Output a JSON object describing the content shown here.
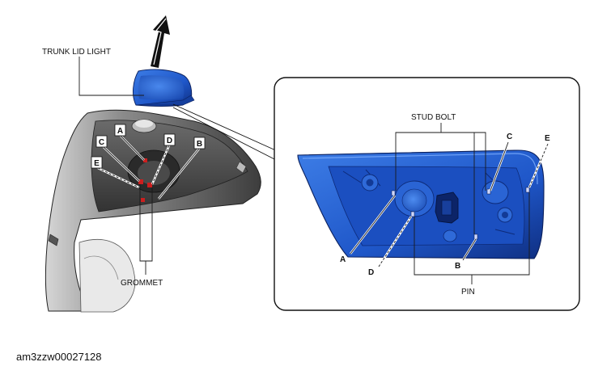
{
  "labels": {
    "trunk_lid_light": "TRUNK LID LIGHT",
    "grommet": "GROMMET",
    "stud_bolt": "STUD BOLT",
    "pin": "PIN",
    "a": "A",
    "b": "B",
    "c": "C",
    "d": "D",
    "e": "E"
  },
  "figure_id": "am3zzw00027128",
  "colors": {
    "lamp_blue": "#1f57c9",
    "lamp_dark": "#0f2f82",
    "body_grey": "#5a5a5a",
    "grommet_red": "#cc1e1e"
  }
}
